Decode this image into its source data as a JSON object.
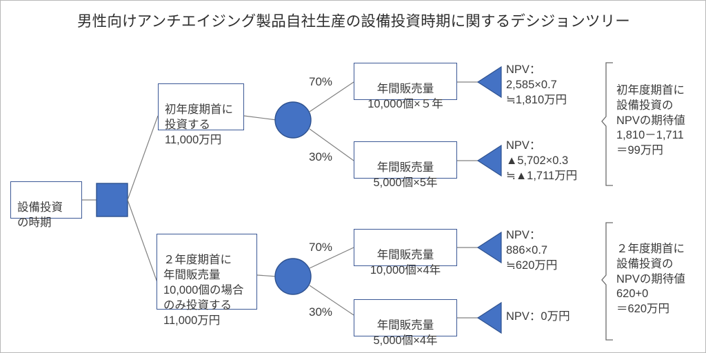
{
  "diagram": {
    "title": "男性向けアンチエイジング製品自社生産の設備投資時期に関するデシジョンツリー",
    "colors": {
      "node_fill": "#4472C4",
      "node_stroke": "#2f528f",
      "box_border": "#3a5795",
      "connector": "#808080",
      "frame": "#b7b7b7",
      "text": "#3b3b3b"
    },
    "root": {
      "label": "設備投資\nの時期",
      "node_type": "decision-square"
    },
    "branches": [
      {
        "id": "branch-upper",
        "decision_label": "初年度期首に\n投資する\n11,000万円",
        "chance_node": "chance-circle",
        "outcomes": [
          {
            "probability": "70%",
            "outcome_label": "年間販売量\n10,000個×５年",
            "npv": "NPV：\n2,585×0.7\n≒1,810万円",
            "terminal": "terminal-triangle"
          },
          {
            "probability": "30%",
            "outcome_label": "年間販売量\n5,000個×5年",
            "npv": "NPV：\n▲5,702×0.3\n≒▲1,711万円",
            "terminal": "terminal-triangle"
          }
        ],
        "summary": "初年度期首に\n設備投資の\nNPVの期待値\n1,810－1,711\n＝99万円"
      },
      {
        "id": "branch-lower",
        "decision_label": "２年度期首に\n年間販売量\n10,000個の場合\nのみ投資する\n11,000万円",
        "chance_node": "chance-circle",
        "outcomes": [
          {
            "probability": "70%",
            "outcome_label": "年間販売量\n10,000個×4年",
            "npv": "NPV：\n886×0.7\n≒620万円",
            "terminal": "terminal-triangle"
          },
          {
            "probability": "30%",
            "outcome_label": "年間販売量\n5,000個×4年",
            "npv": "NPV：0万円",
            "terminal": "terminal-triangle"
          }
        ],
        "summary": "２年度期首に\n設備投資の\nNPVの期待値\n620+0\n＝620万円"
      }
    ]
  }
}
